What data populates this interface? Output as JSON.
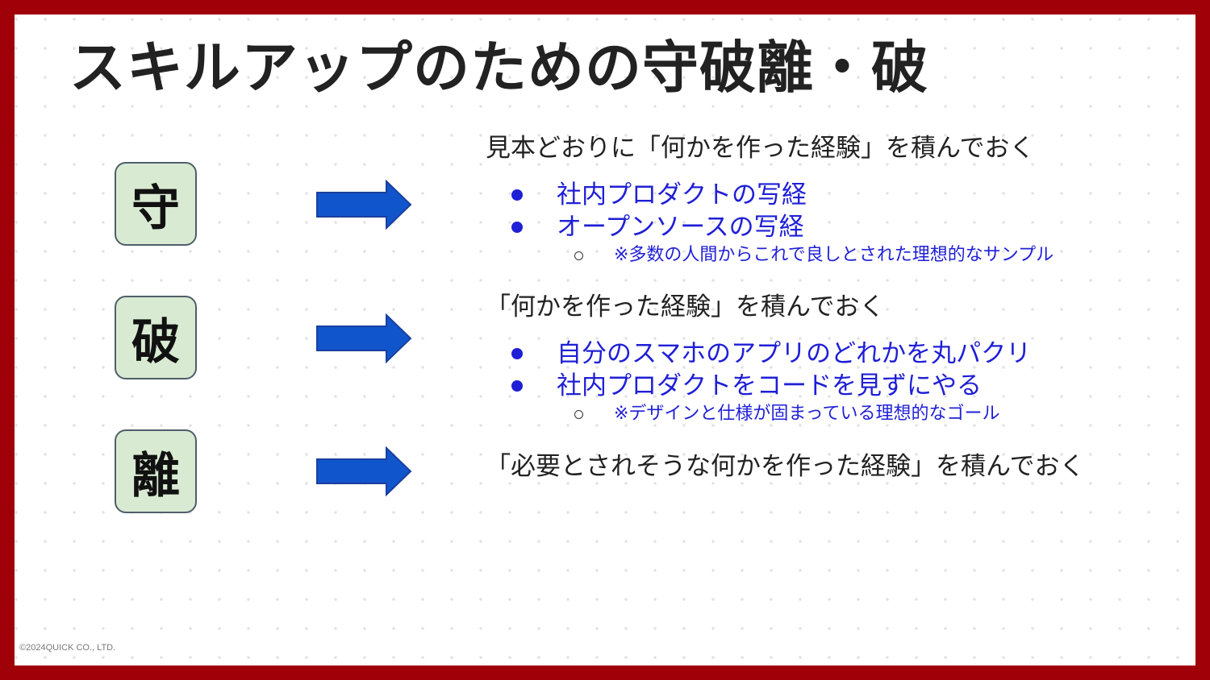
{
  "title": "スキルアップのための守破離・破",
  "rows": [
    {
      "kanji": "守",
      "heading": "見本どおりに「何かを作った経験」を積んでおく",
      "bullets": [
        "社内プロダクトの写経",
        "オープンソースの写経"
      ],
      "sub": "※多数の人間からこれで良しとされた理想的なサンプル"
    },
    {
      "kanji": "破",
      "heading": "「何かを作った経験」を積んでおく",
      "bullets": [
        "自分のスマホのアプリのどれかを丸パクリ",
        "社内プロダクトをコードを見ずにやる"
      ],
      "sub": "※デザインと仕様が固まっている理想的なゴール"
    },
    {
      "kanji": "離",
      "heading": "「必要とされそうな何かを作った経験」を積んでおく"
    }
  ],
  "footer": "©2024QUICK CO., LTD.",
  "colors": {
    "frame": "#a00008",
    "kanji_box_fill": "#d9ead3",
    "arrow": "#1155cc",
    "bullet_text": "#1f1fd6"
  }
}
